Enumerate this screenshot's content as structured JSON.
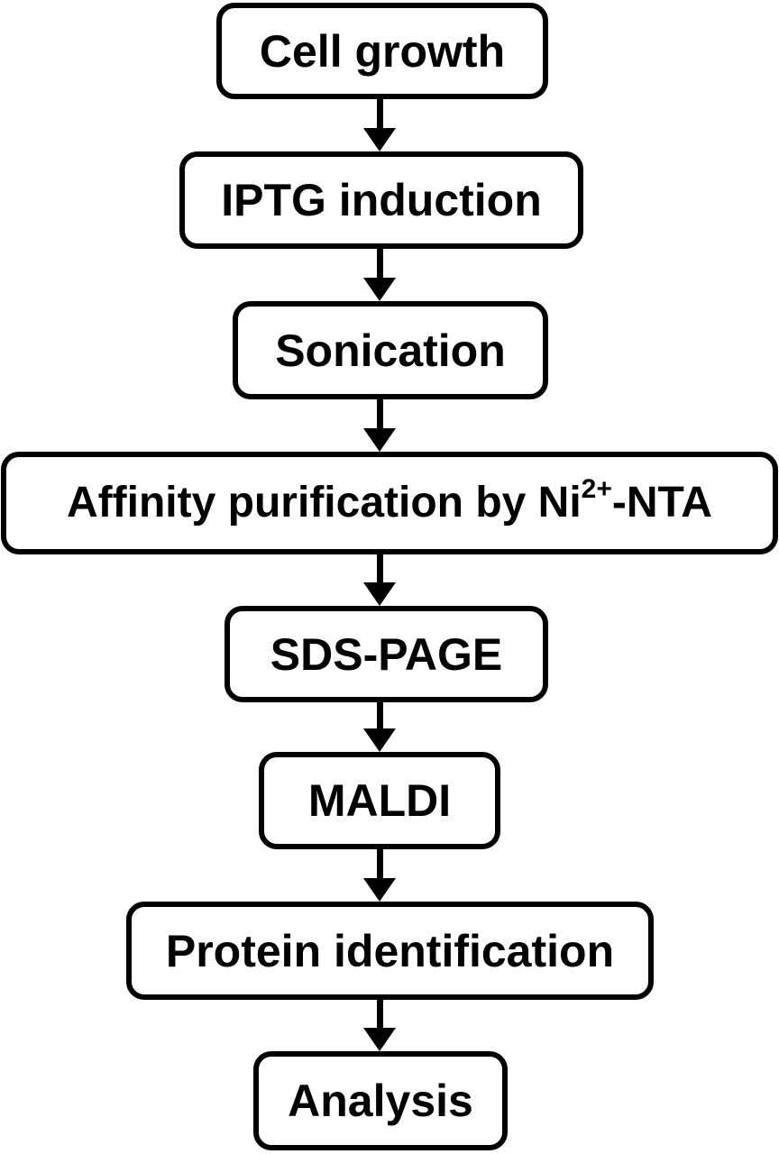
{
  "flowchart": {
    "steps": [
      {
        "label": "Cell growth"
      },
      {
        "label": "IPTG induction"
      },
      {
        "label": "Sonication"
      },
      {
        "label_main": "Affinity purification by Ni",
        "label_sup": "2+",
        "label_tail": "-NTA"
      },
      {
        "label": "SDS-PAGE"
      },
      {
        "label": "MALDI"
      },
      {
        "label": "Protein identification"
      },
      {
        "label": "Analysis"
      }
    ]
  }
}
